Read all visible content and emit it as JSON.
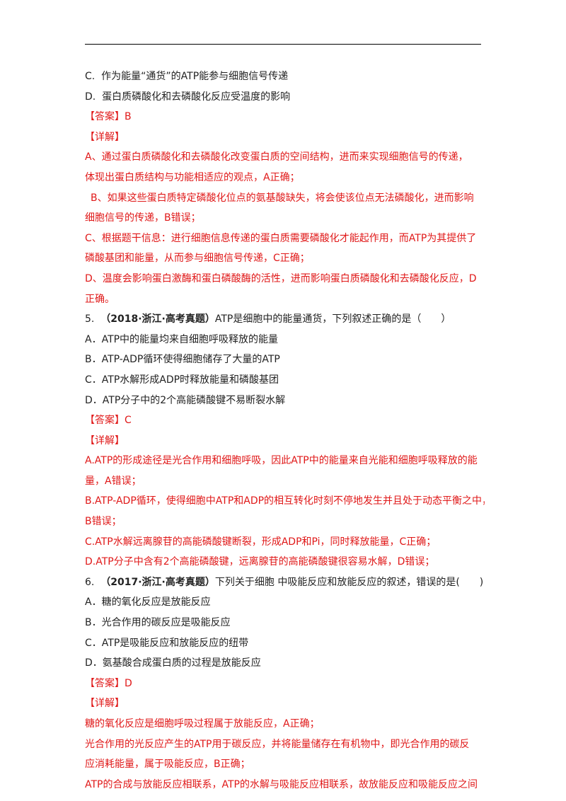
{
  "q4_options": [
    {
      "letter": "C.",
      "text": "作为能量“通货”的ATP能参与细胞信号传递"
    },
    {
      "letter": "D.",
      "text": "蛋白质磷酸化和去磷酸化反应受温度的影响"
    }
  ],
  "labels": {
    "answer_open": "【",
    "answer_word": "答案",
    "answer_close": "】",
    "detail": "【详解】"
  },
  "q4_answer": "B",
  "q4_explanation": [
    "A、通过蛋白质磷酸化和去磷酸化改变蛋白质的空间结构，进而来实现细胞信号的传递，",
    "体现出蛋白质结构与功能相适应的观点，A正确；",
    " B、如果这些蛋白质特定磷酸化位点的氨基酸缺失，将会使该位点无法磷酸化，进而影响",
    "细胞信号的传递，B错误；",
    "C、根据题干信息：进行细胞信息传递的蛋白质需要磷酸化才能起作用，而ATP为其提供了",
    "磷酸基团和能量，从而参与细胞信号传递，C正确；",
    "D、温度会影响蛋白激酶和蛋白磷酸酶的活性，进而影响蛋白质磷酸化和去磷酸化反应，D",
    "正确。"
  ],
  "q5": {
    "number": "5.",
    "source": "（2018·浙江·高考真题）",
    "stem": "ATP是细胞中的能量通货，下列叙述正确的是（　　）",
    "options": [
      "A．ATP中的能量均来自细胞呼吸释放的能量",
      "B．ATP-ADP循环使得细胞储存了大量的ATP",
      "C．ATP水解形成ADP时释放能量和磷酸基团",
      "D．ATP分子中的2个高能磷酸键不易断裂水解"
    ],
    "answer": "C",
    "explanation": [
      "A.ATP的形成途径是光合作用和细胞呼吸，因此ATP中的能量来自光能和细胞呼吸释放的能",
      "量，A错误；",
      "B.ATP-ADP循环，使得细胞中ATP和ADP的相互转化时刻不停地发生并且处于动态平衡之中，",
      "B错误；",
      "C.ATP水解远离腺苷的高能磷酸键断裂，形成ADP和Pi，同时释放能量，C正确；",
      "D.ATP分子中含有2个高能磷酸键，远离腺苷的高能磷酸键很容易水解，D错误；"
    ]
  },
  "q6": {
    "number": "6.",
    "source": "（2017·浙江·高考真题）",
    "stem": "下列关于细胞 中吸能反应和放能反应的叙述，错误的是(　　)",
    "options": [
      "A．糖的氧化反应是放能反应",
      "B．光合作用的碳反应是吸能反应",
      "C．ATP是吸能反应和放能反应的纽带",
      "D．氨基酸合成蛋白质的过程是放能反应"
    ],
    "answer": "D",
    "explanation": [
      "糖的氧化反应是细胞呼吸过程属于放能反应，A正确；",
      "光合作用的光反应产生的ATP用于碳反应，并将能量储存在有机物中，即光合作用的碳反",
      "应消耗能量，属于吸能反应，B正确；",
      "ATP的合成与放能反应相联系，ATP的水解与吸能反应相联系，故放能反应和吸能反应之间"
    ]
  }
}
